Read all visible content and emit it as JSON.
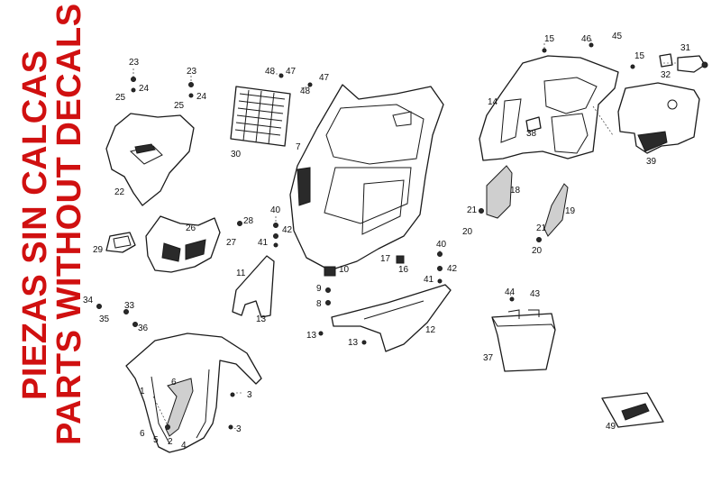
{
  "notice": {
    "line1": "PIEZAS SIN CALCAS",
    "line2": "PARTS WITHOUT DECALS",
    "color": "#d01010"
  },
  "callouts": {
    "c1": "1",
    "c2": "2",
    "c3a": "3",
    "c3b": "3",
    "c4": "4",
    "c5": "5",
    "c6a": "6",
    "c6b": "6",
    "c7": "7",
    "c8": "8",
    "c9": "9",
    "c10": "10",
    "c11": "11",
    "c12": "12",
    "c13a": "13",
    "c13b": "13",
    "c13c": "13",
    "c14": "14",
    "c15a": "15",
    "c15b": "15",
    "c16": "16",
    "c17": "17",
    "c18": "18",
    "c19": "19",
    "c20a": "20",
    "c20b": "20",
    "c21a": "21",
    "c21b": "21",
    "c22": "22",
    "c23a": "23",
    "c23b": "23",
    "c24a": "24",
    "c24b": "24",
    "c25a": "25",
    "c25b": "25",
    "c26": "26",
    "c27": "27",
    "c28": "28",
    "c29": "29",
    "c30": "30",
    "c31": "31",
    "c32": "32",
    "c33": "33",
    "c34": "34",
    "c35": "35",
    "c36": "36",
    "c37": "37",
    "c38": "38",
    "c39": "39",
    "c40a": "40",
    "c40b": "40",
    "c41a": "41",
    "c41b": "41",
    "c42a": "42",
    "c42b": "42",
    "c43": "43",
    "c44": "44",
    "c45": "45",
    "c46": "46",
    "c47a": "47",
    "c47b": "47",
    "c48a": "48",
    "c48b": "48",
    "c49": "49"
  }
}
